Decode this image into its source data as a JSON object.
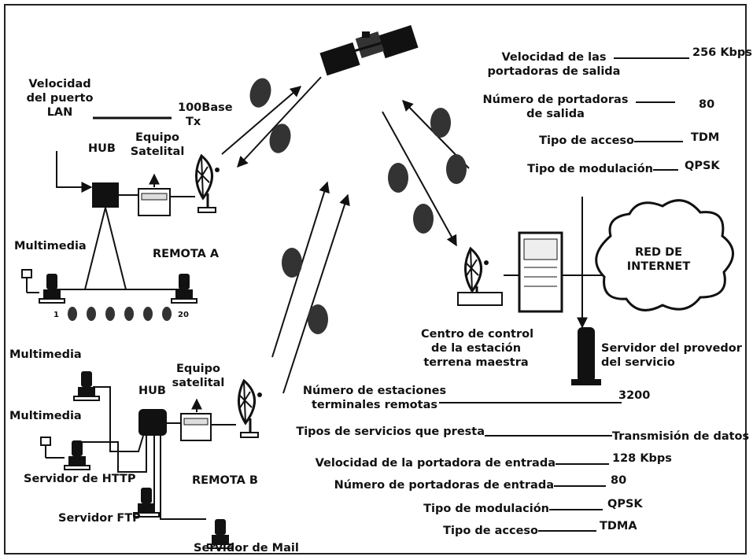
{
  "remote_a": {
    "lan_speed_label": [
      "Velocidad",
      "del puerto",
      "LAN"
    ],
    "lan_speed_value": [
      "100Base",
      "Tx"
    ],
    "hub_label": "HUB",
    "satellite_equipment_label": [
      "Equipo",
      "Satelital"
    ],
    "multimedia_label": "Multimedia",
    "station_label": "REMOTA A",
    "terminal_first": "1",
    "terminal_last": "20"
  },
  "remote_b": {
    "multimedia_label_1": "Multimedia",
    "multimedia_label_2": "Multimedia",
    "hub_label": "HUB",
    "satellite_equipment_label": [
      "Equipo",
      "satelital"
    ],
    "http_server_label": "Servidor de HTTP",
    "station_label": "REMOTA B",
    "ftp_server_label": "Servidor FTP",
    "mail_server_label": "Servidor de Mail"
  },
  "master_station": {
    "control_center_label": [
      "Centro de control",
      "de la estación",
      "terrena maestra"
    ],
    "internet_label": [
      "RED DE",
      "INTERNET"
    ],
    "provider_server_label": [
      "Servidor del provedor",
      "del servicio"
    ]
  },
  "outbound_specs": [
    {
      "label": [
        "Velocidad de las",
        "portadoras de salida"
      ],
      "value": "256 Kbps"
    },
    {
      "label": [
        "Número de portadoras",
        "de salida"
      ],
      "value": "80"
    },
    {
      "label": [
        "Tipo de acceso"
      ],
      "value": "TDM"
    },
    {
      "label": [
        "Tipo de modulación"
      ],
      "value": "QPSK"
    }
  ],
  "network_specs": [
    {
      "label": [
        "Número de estaciones",
        "terminales remotas"
      ],
      "value": "3200"
    },
    {
      "label": [
        "Tipos de servicios que presta"
      ],
      "value": "Transmisión de datos"
    },
    {
      "label": [
        "Velocidad de la portadora de entrada"
      ],
      "value": "128 Kbps"
    },
    {
      "label": [
        "Número de portadoras de entrada"
      ],
      "value": "80"
    },
    {
      "label": [
        "Tipo de modulación"
      ],
      "value": "QPSK"
    },
    {
      "label": [
        "Tipo de acceso"
      ],
      "value": "TDMA"
    }
  ]
}
